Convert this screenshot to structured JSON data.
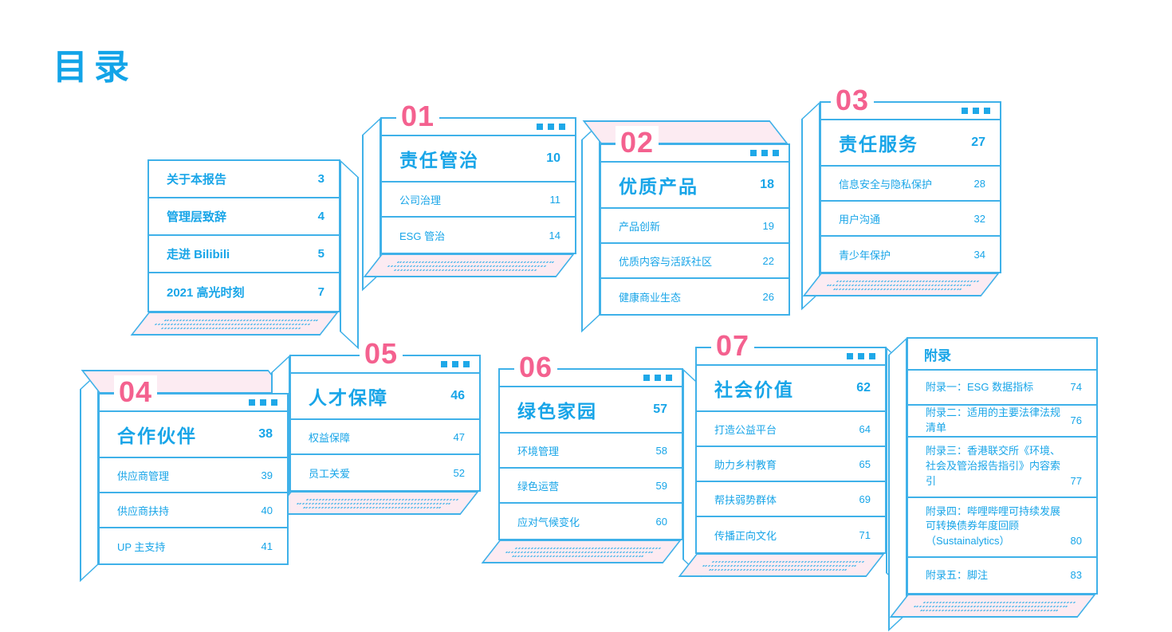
{
  "page": {
    "title": "目录"
  },
  "colors": {
    "accent_blue": "#18a5e8",
    "border_blue": "#3fb1e9",
    "number_pink": "#f4618f",
    "flap_pink": "#fcebf2"
  },
  "icons": {
    "more_dots": "more-dots-icon"
  },
  "intro_card": {
    "items": [
      {
        "label": "关于本报告",
        "page": "3"
      },
      {
        "label": "管理层致辞",
        "page": "4"
      },
      {
        "label": "走进 Bilibili",
        "page": "5"
      },
      {
        "label": "2021 高光时刻",
        "page": "7"
      }
    ]
  },
  "chapters": [
    {
      "num": "01",
      "title": "责任管治",
      "page": "10",
      "items": [
        {
          "label": "公司治理",
          "page": "11"
        },
        {
          "label": "ESG 管治",
          "page": "14"
        }
      ]
    },
    {
      "num": "02",
      "title": "优质产品",
      "page": "18",
      "items": [
        {
          "label": "产品创新",
          "page": "19"
        },
        {
          "label": "优质内容与活跃社区",
          "page": "22"
        },
        {
          "label": "健康商业生态",
          "page": "26"
        }
      ]
    },
    {
      "num": "03",
      "title": "责任服务",
      "page": "27",
      "items": [
        {
          "label": "信息安全与隐私保护",
          "page": "28"
        },
        {
          "label": "用户沟通",
          "page": "32"
        },
        {
          "label": "青少年保护",
          "page": "34"
        }
      ]
    },
    {
      "num": "04",
      "title": "合作伙伴",
      "page": "38",
      "items": [
        {
          "label": "供应商管理",
          "page": "39"
        },
        {
          "label": "供应商扶持",
          "page": "40"
        },
        {
          "label": "UP 主支持",
          "page": "41"
        }
      ]
    },
    {
      "num": "05",
      "title": "人才保障",
      "page": "46",
      "items": [
        {
          "label": "权益保障",
          "page": "47"
        },
        {
          "label": "员工关爱",
          "page": "52"
        }
      ]
    },
    {
      "num": "06",
      "title": "绿色家园",
      "page": "57",
      "items": [
        {
          "label": "环境管理",
          "page": "58"
        },
        {
          "label": "绿色运营",
          "page": "59"
        },
        {
          "label": "应对气候变化",
          "page": "60"
        }
      ]
    },
    {
      "num": "07",
      "title": "社会价值",
      "page": "62",
      "items": [
        {
          "label": "打造公益平台",
          "page": "64"
        },
        {
          "label": "助力乡村教育",
          "page": "65"
        },
        {
          "label": "帮扶弱势群体",
          "page": "69"
        },
        {
          "label": "传播正向文化",
          "page": "71"
        }
      ]
    }
  ],
  "appendix": {
    "title": "附录",
    "items": [
      {
        "label": "附录一：ESG 数据指标",
        "page": "74"
      },
      {
        "label": "附录二：适用的主要法律法规清单",
        "page": "76"
      },
      {
        "label": "附录三：香港联交所《环境、社会及管治报告指引》内容索引",
        "page": "77"
      },
      {
        "label": "附录四：哔哩哔哩可持续发展可转换债券年度回顾（Sustainalytics）",
        "page": "80"
      },
      {
        "label": "附录五：脚注",
        "page": "83"
      }
    ]
  }
}
